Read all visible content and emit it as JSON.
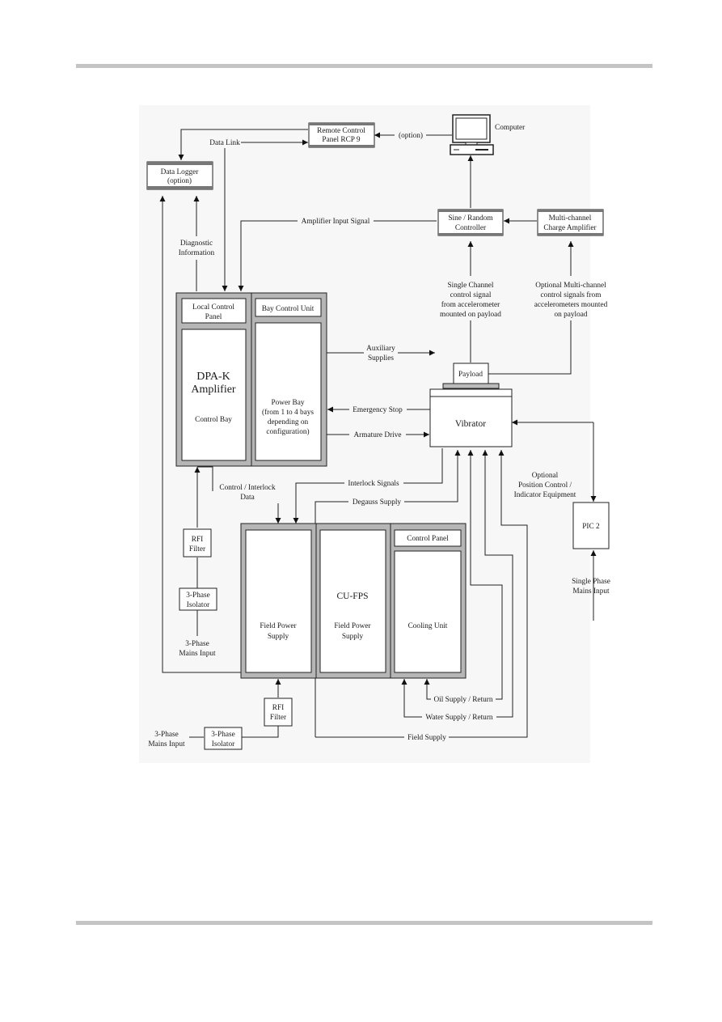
{
  "diagram": {
    "remote_control_panel": [
      "Remote Control",
      "Panel RCP 9"
    ],
    "computer": "Computer",
    "option": "(option)",
    "data_link": "Data Link",
    "data_logger": [
      "Data Logger",
      "(option)"
    ],
    "amplifier_input_signal": "Amplifier Input Signal",
    "sine_random_controller": [
      "Sine / Random",
      "Controller"
    ],
    "charge_amplifier": [
      "Multi-channel",
      "Charge Amplifier"
    ],
    "diagnostic_information": [
      "Diagnostic",
      "Information"
    ],
    "single_channel_signal": [
      "Single Channel",
      "control signal",
      "from accelerometer",
      "mounted on payload"
    ],
    "multi_channel_signals": [
      "Optional Multi-channel",
      "control signals from",
      "accelerometers mounted",
      "on payload"
    ],
    "local_control_panel": [
      "Local Control",
      "Panel"
    ],
    "bay_control_unit": "Bay Control Unit",
    "dpa_k_amplifier": [
      "DPA-K",
      "Amplifier"
    ],
    "control_bay": "Control Bay",
    "power_bay": [
      "Power Bay",
      "(from 1 to 4 bays",
      "depending on",
      "configuration)"
    ],
    "auxiliary_supplies": [
      "Auxiliary",
      "Supplies"
    ],
    "payload": "Payload",
    "emergency_stop": "Emergency Stop",
    "armature_drive": "Armature Drive",
    "vibrator": "Vibrator",
    "control_interlock_data": [
      "Control / Interlock",
      "Data"
    ],
    "interlock_signals": "Interlock Signals",
    "degauss_supply": "Degauss Supply",
    "position_control": [
      "Optional",
      "Position Control /",
      "Indicator Equipment"
    ],
    "rfi_filter": [
      "RFI",
      "Filter"
    ],
    "three_phase_isolator": [
      "3-Phase",
      "Isolator"
    ],
    "three_phase_mains_input": [
      "3-Phase",
      "Mains Input"
    ],
    "control_panel": "Control Panel",
    "cu_fps": "CU-FPS",
    "field_power_supply": [
      "Field Power",
      "Supply"
    ],
    "cooling_unit": "Cooling Unit",
    "pic2": "PIC 2",
    "single_phase_mains_input": [
      "Single Phase",
      "Mains Input"
    ],
    "oil_supply_return": "Oil Supply / Return",
    "water_supply_return": "Water Supply / Return",
    "field_supply": "Field Supply"
  }
}
